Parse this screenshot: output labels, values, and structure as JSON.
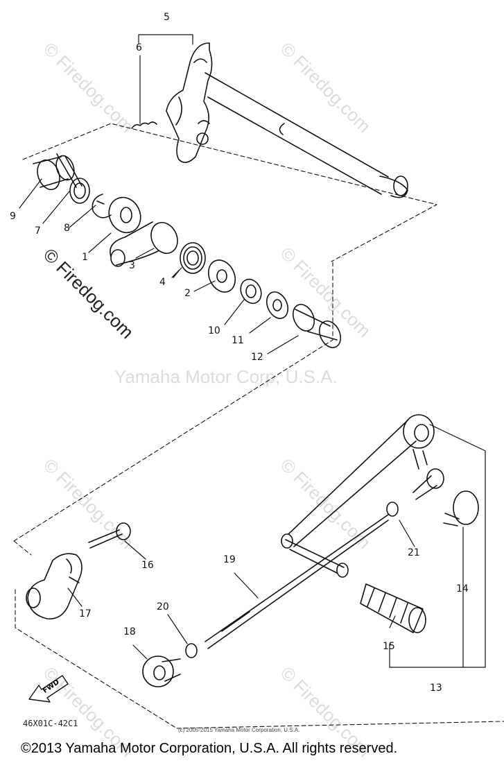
{
  "watermarks": {
    "firedog": "© Firedog.com",
    "yamaha": "Yamaha Motor Corp, U.S.A."
  },
  "labels": {
    "p1": "1",
    "p2": "2",
    "p3": "3",
    "p4": "4",
    "p5": "5",
    "p6": "6",
    "p7": "7",
    "p8": "8",
    "p9": "9",
    "p10": "10",
    "p11": "11",
    "p12": "12",
    "p13": "13",
    "p14": "14",
    "p15": "15",
    "p16": "16",
    "p17": "17",
    "p18": "18",
    "p19": "19",
    "p20": "20",
    "p21": "21"
  },
  "fwd": "FWD",
  "diagram_code": "46X01C-42C1",
  "fine_print": "(c) 2005-2015 Yamaha Motor Corporation, U.S.A.",
  "copyright": "©2013 Yamaha Motor Corporation, U.S.A. All rights reserved.",
  "colors": {
    "ink": "#111111",
    "watermark": "#dcdcdc"
  }
}
